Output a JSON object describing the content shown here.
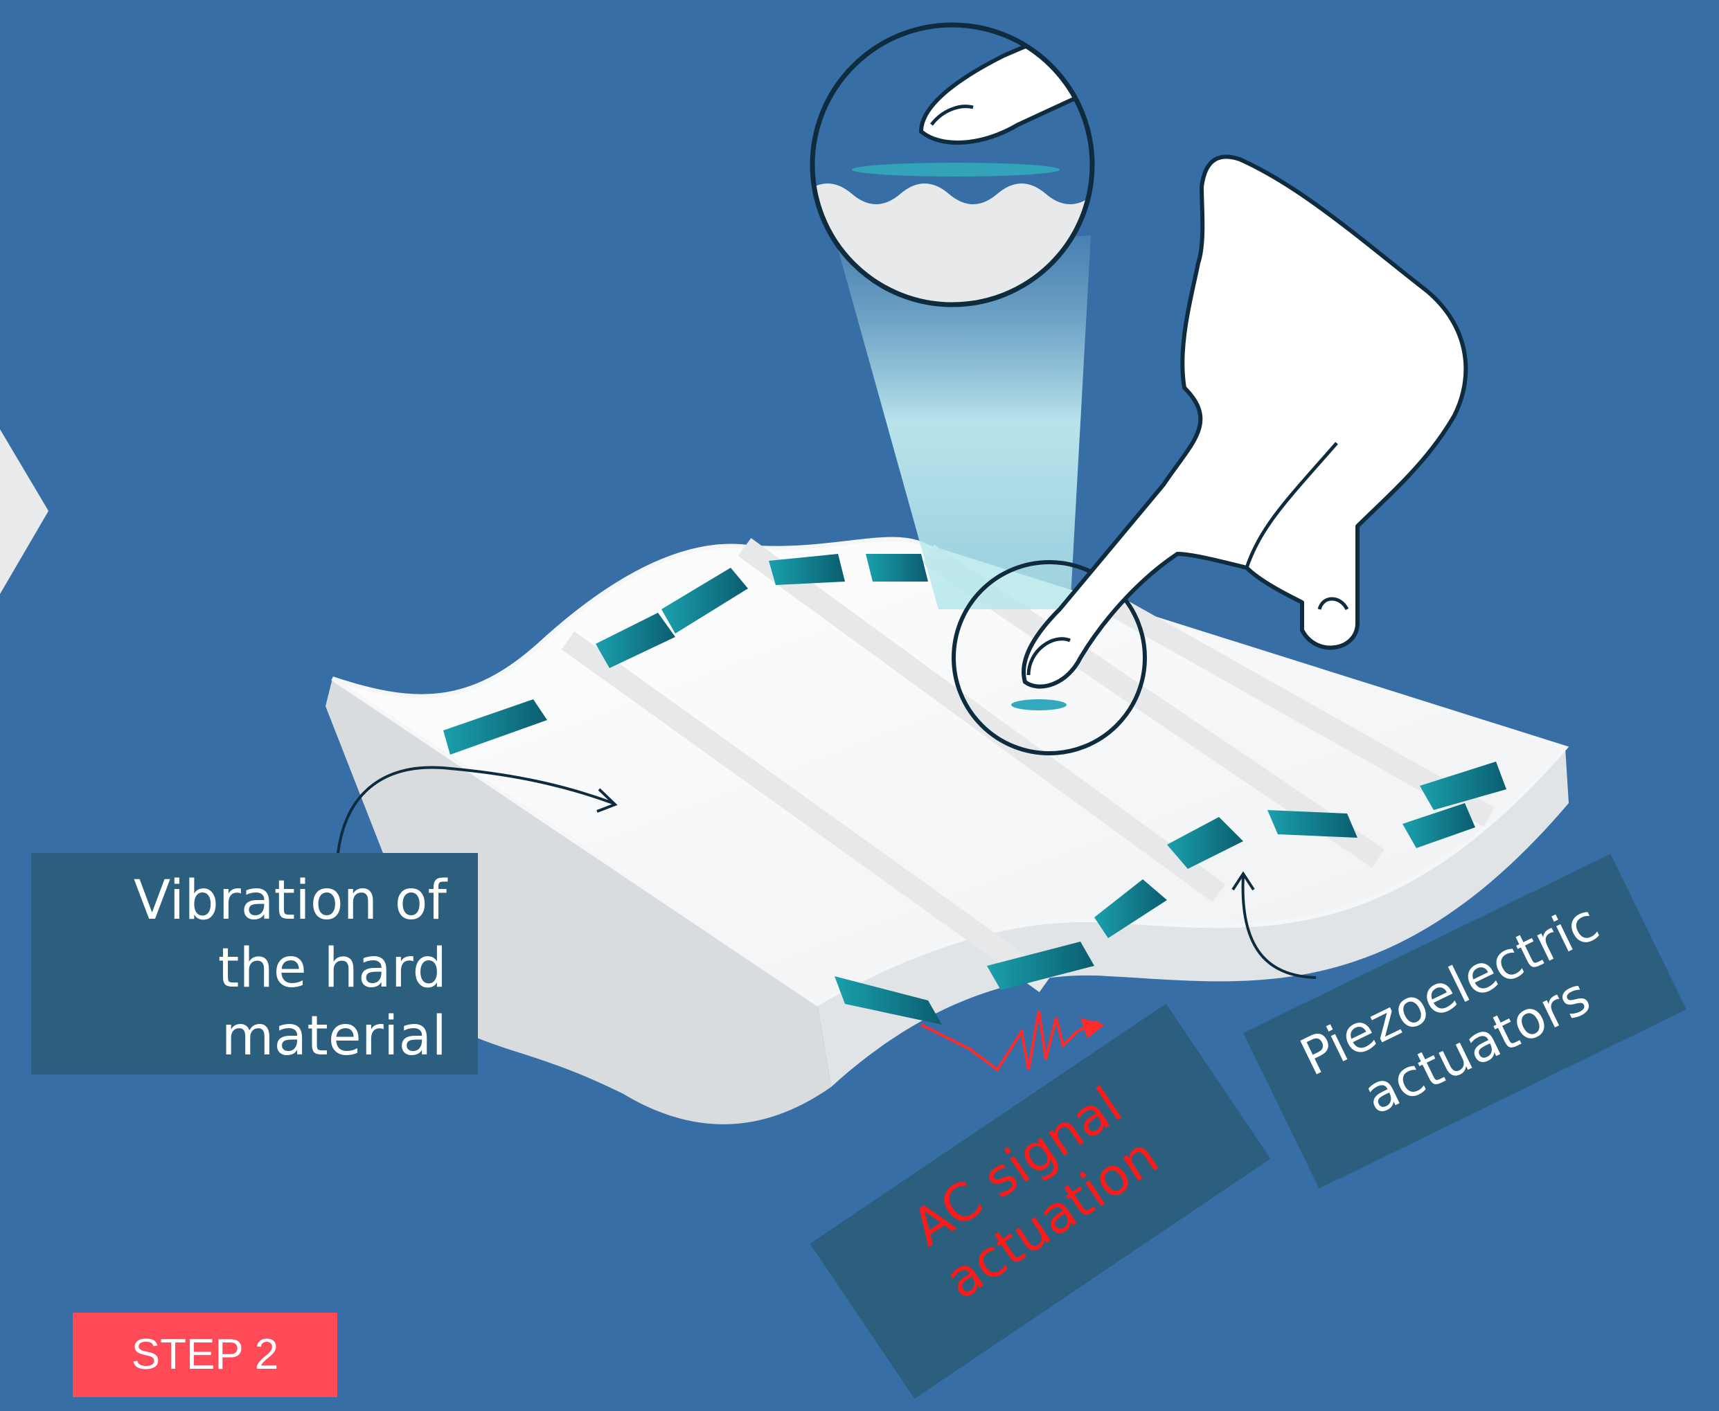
{
  "labels": {
    "vibration": "Vibration of\nthe hard\nmaterial",
    "ac_signal": "AC signal\nactuation",
    "piezo": "Piezoelectric\nactuators",
    "step": "STEP 2"
  },
  "colors": {
    "background": "#366ea5",
    "label_box": "#2b5f7d",
    "actuator": "#12808e",
    "ac_text": "#ff1a1a",
    "step_badge": "#ff4a57"
  }
}
